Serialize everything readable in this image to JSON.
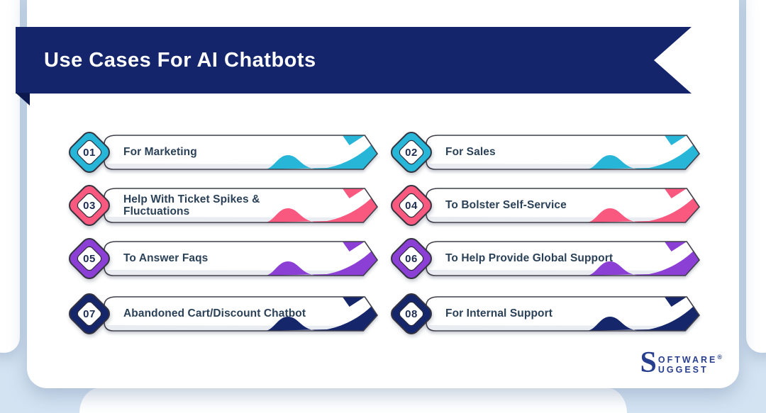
{
  "page": {
    "background_color": "#d4e3f2",
    "card_color": "#ffffff"
  },
  "header": {
    "title": "Use Cases For AI Chatbots",
    "banner_color": "#15256b",
    "fold_color": "#0c194e",
    "text_color": "#ffffff"
  },
  "items": [
    {
      "number": "01",
      "label": "For Marketing",
      "color": "#27b6d8"
    },
    {
      "number": "02",
      "label": "For Sales",
      "color": "#27b6d8"
    },
    {
      "number": "03",
      "label": "Help With Ticket Spikes & Fluctuations",
      "color": "#f9587f"
    },
    {
      "number": "04",
      "label": "To Bolster Self-Service",
      "color": "#f9587f"
    },
    {
      "number": "05",
      "label": "To Answer Faqs",
      "color": "#8b3fd4"
    },
    {
      "number": "06",
      "label": "To Help Provide Global Support",
      "color": "#8b3fd4"
    },
    {
      "number": "07",
      "label": "Abandoned Cart/Discount Chatbot",
      "color": "#15266b"
    },
    {
      "number": "08",
      "label": "For Internal Support",
      "color": "#15266b"
    }
  ],
  "footer": {
    "logo": {
      "initial": "S",
      "line1": "OFTWARE",
      "registered": "®",
      "line2": "UGGEST",
      "color": "#283f8f"
    }
  }
}
